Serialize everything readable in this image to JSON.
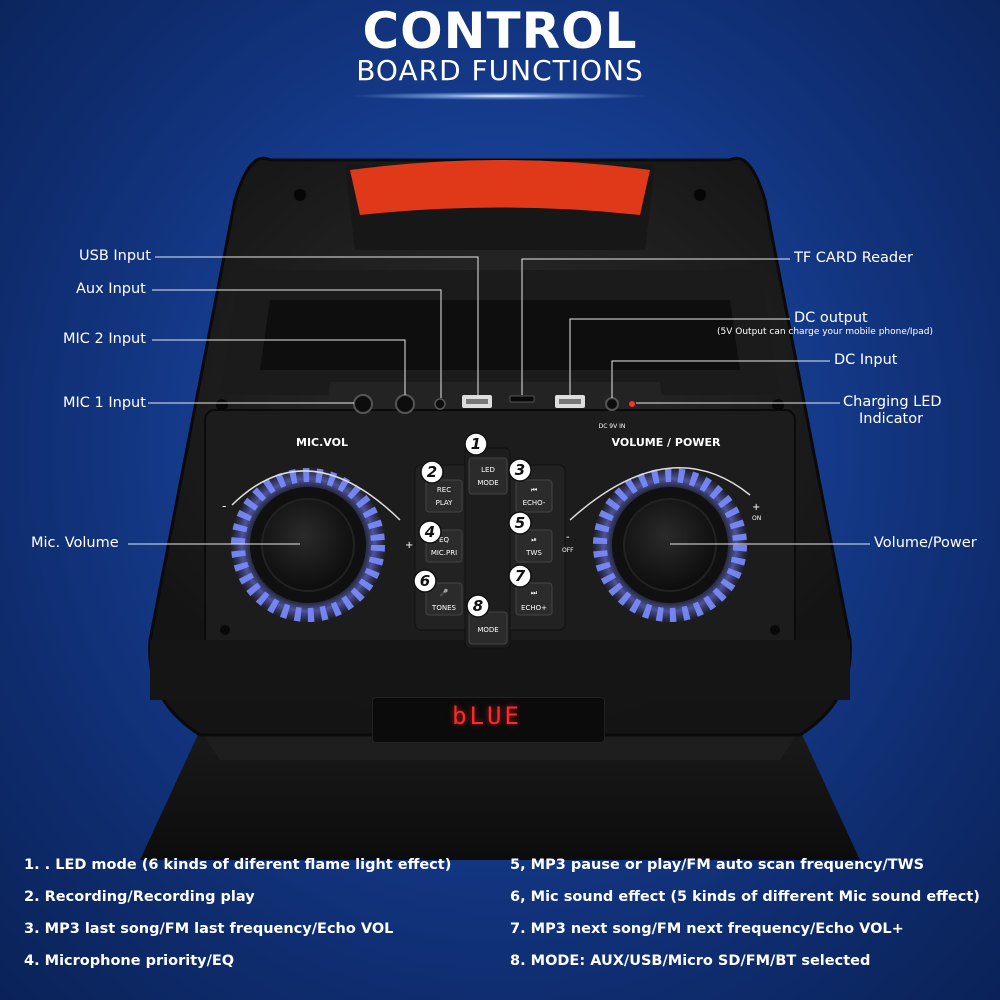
{
  "title": {
    "main": "CONTROL",
    "sub": "BOARD FUNCTIONS"
  },
  "callouts": {
    "usb_input": "USB Input",
    "aux_input": "Aux Input",
    "mic2_input": "MIC 2 Input",
    "mic1_input": "MIC 1 Input",
    "mic_volume": "Mic. Volume",
    "tf_card_reader": "TF CARD Reader",
    "dc_output": "DC output",
    "dc_output_note": "(5V Output can charge your mobile phone/Ipad)",
    "dc_input": "DC Input",
    "charging_led_line1": "Charging LED",
    "charging_led_line2": "Indicator",
    "volume_power": "Volume/Power"
  },
  "panel": {
    "mic_vol_label": "MIC.VOL",
    "volume_power_label": "VOLUME / POWER",
    "dc_in_label": "DC 9V IN",
    "minus": "-",
    "plus": "+",
    "off": "OFF",
    "on": "ON",
    "display_text": "bLUE"
  },
  "buttons": [
    {
      "num": "1",
      "line1": "LED",
      "line2": "MODE"
    },
    {
      "num": "2",
      "line1": "REC",
      "line2": "PLAY"
    },
    {
      "num": "3",
      "line1": "⏮",
      "line2": "ECHO-"
    },
    {
      "num": "4",
      "line1": "EQ",
      "line2": "MIC.PRI"
    },
    {
      "num": "5",
      "line1": "⏯",
      "line2": "TWS"
    },
    {
      "num": "6",
      "line1": "🎤",
      "line2": "TONES"
    },
    {
      "num": "7",
      "line1": "⏭",
      "line2": "ECHO+"
    },
    {
      "num": "8",
      "line1": "",
      "line2": "MODE"
    }
  ],
  "notes": {
    "left": [
      "1. . LED mode (6 kinds of diferent flame light effect)",
      "2. Recording/Recording play",
      "3.  MP3 last song/FM last frequency/Echo VOL",
      "4. Microphone priority/EQ"
    ],
    "right": [
      "5, MP3 pause or play/FM auto scan frequency/TWS",
      "6, Mic sound effect (5 kinds of different Mic sound effect)",
      "7. MP3 next song/FM next frequency/Echo VOL+",
      "8.  MODE: AUX/USB/Micro SD/FM/BT selected"
    ]
  },
  "colors": {
    "background": "#173f94",
    "handle_accent": "#e0391a",
    "knob_ring": "#7b8cff",
    "display_red": "#ff2a2a"
  }
}
